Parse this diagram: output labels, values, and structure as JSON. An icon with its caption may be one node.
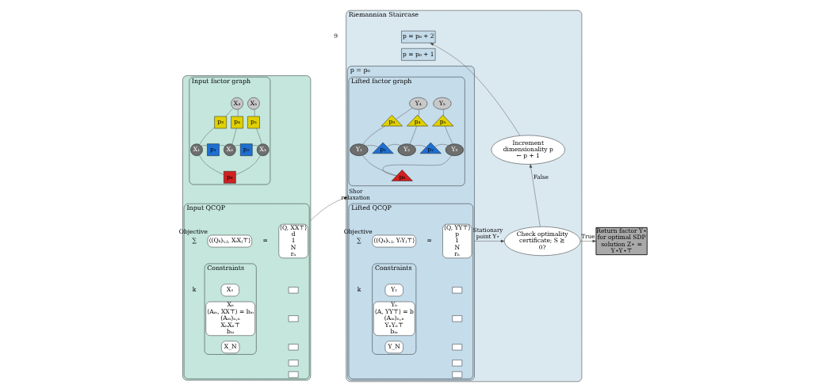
{
  "diagram": {
    "nodes": [
      {
        "text": [],
        "shape": "box"
      },
      {
        "text": [
          "Input factor graph"
        ],
        "in": 0
      },
      {
        "text": [
          "X₁"
        ],
        "in": 1
      },
      {
        "text": [
          "X₂"
        ],
        "in": 1
      },
      {
        "text": [
          "X₃"
        ],
        "in": 1
      },
      {
        "text": [
          "X₄"
        ],
        "in": 1
      },
      {
        "text": [
          "X₅"
        ],
        "in": 1
      },
      {
        "text": [
          "p₁"
        ],
        "in": 1
      },
      {
        "text": [
          "p₂"
        ],
        "in": 1
      },
      {
        "text": [
          "p₃"
        ],
        "in": 1
      },
      {
        "text": [
          "p₄"
        ],
        "in": 1
      },
      {
        "text": [
          "p₅"
        ],
        "in": 1
      },
      {
        "text": [
          "p₆"
        ],
        "in": 1
      },
      {
        "text": [
          "Input QCQP"
        ],
        "in": 0
      },
      {
        "text": [
          "⟨(Qₖ)ᵢ,ⱼ, XᵢXⱼ⊤⟩"
        ],
        "beside": [
          "Objective"
        ],
        "in": 13
      },
      {
        "text": [
          "⟨Q, XX⊤⟩",
          "d",
          "1",
          "N",
          "rₙ"
        ],
        "in": 13
      },
      {
        "text": [],
        "shape": "box",
        "in": 13
      },
      {
        "text": [],
        "shape": "box",
        "in": 13
      },
      {
        "text": [],
        "shape": "box",
        "in": 13
      },
      {
        "text": [],
        "shape": "box",
        "in": 13
      },
      {
        "text": [],
        "shape": "box",
        "in": 13
      },
      {
        "text": [
          "Constraints"
        ],
        "in": 13
      },
      {
        "text": [
          "X₁"
        ],
        "in": 21
      },
      {
        "text": [
          "Xₙ",
          "⟨Aₘ, XX⊤⟩ = bₘ",
          "(Aₘ)ₙ,ₙ",
          "XₙXₙ⊤",
          "bₘ"
        ],
        "in": 21
      },
      {
        "text": [
          "X_N"
        ],
        "in": 21
      },
      {
        "text": [
          "Riemannian Staircase"
        ]
      },
      {
        "text": [
          "p = p₀ + 2"
        ],
        "in": 25
      },
      {
        "text": [
          "p = p₀ + 1"
        ],
        "in": 25
      },
      {
        "text": [
          "p = p₀"
        ],
        "in": 25
      },
      {
        "text": [
          "Lifted factor graph"
        ],
        "in": 28
      },
      {
        "text": [
          "Y₁"
        ],
        "in": 29
      },
      {
        "text": [
          "Y₂"
        ],
        "in": 29
      },
      {
        "text": [
          "Y₃"
        ],
        "in": 29
      },
      {
        "text": [
          "Y₄"
        ],
        "in": 29
      },
      {
        "text": [
          "Y₅"
        ],
        "in": 29
      },
      {
        "text": [
          "p₁"
        ],
        "in": 29
      },
      {
        "text": [
          "p₂"
        ],
        "in": 29
      },
      {
        "text": [
          "p₃"
        ],
        "in": 29
      },
      {
        "text": [
          "p₄"
        ],
        "in": 29
      },
      {
        "text": [
          "p₅"
        ],
        "in": 29
      },
      {
        "text": [
          "p₆"
        ],
        "in": 29
      },
      {
        "text": [
          "Lifted QCQP"
        ],
        "in": 28
      },
      {
        "text": [
          "⟨(Qₖ)ᵢ,ⱼ, YᵢYⱼ⊤⟩"
        ],
        "beside": [
          "Objective"
        ],
        "in": 41
      },
      {
        "text": [
          "⟨Q, YY⊤⟩",
          "p",
          "1",
          "N",
          "rₙ"
        ],
        "in": 41
      },
      {
        "text": [],
        "shape": "box",
        "in": 41
      },
      {
        "text": [],
        "shape": "box",
        "in": 41
      },
      {
        "text": [],
        "shape": "box",
        "in": 41
      },
      {
        "text": [],
        "shape": "box",
        "in": 41
      },
      {
        "text": [],
        "shape": "box",
        "in": 41
      },
      {
        "text": [
          "Constraints"
        ],
        "in": 41
      },
      {
        "text": [
          "Y₁"
        ],
        "in": 49
      },
      {
        "text": [
          "Yₙ",
          "⟨A, YY⊤⟩ = b",
          "(Aₘ)ₙ,ₙ",
          "YₙYₙ⊤",
          "bₘ"
        ],
        "in": 49
      },
      {
        "text": [
          "Y_N"
        ],
        "in": 49
      },
      {
        "text": [
          "Increment dimensionality p ← p + 1"
        ],
        "in": 25
      },
      {
        "text": [
          "Check optimality certificate; S ⪰ 0?"
        ],
        "in": 25
      },
      {
        "text": [
          "Return factor Y⋆ for optimal SDP solution Z⋆ = Y⋆Y⋆⊤"
        ]
      }
    ],
    "edges": [
      {
        "from": 2,
        "to": 9,
        "arrow": "none"
      },
      {
        "from": 9,
        "to": 5,
        "arrow": "none"
      },
      {
        "from": 5,
        "to": 10,
        "arrow": "none"
      },
      {
        "from": 10,
        "to": 3,
        "arrow": "none"
      },
      {
        "from": 6,
        "to": 11,
        "arrow": "none"
      },
      {
        "from": 11,
        "to": 4,
        "arrow": "none"
      },
      {
        "from": 2,
        "to": 7,
        "arrow": "none"
      },
      {
        "from": 7,
        "to": 3,
        "arrow": "none"
      },
      {
        "from": 3,
        "to": 8,
        "arrow": "none"
      },
      {
        "from": 8,
        "to": 4,
        "arrow": "none"
      },
      {
        "from": 2,
        "to": 12,
        "arrow": "none"
      },
      {
        "from": 12,
        "to": 4,
        "arrow": "none"
      },
      {
        "from": 30,
        "to": 37,
        "arrow": "none"
      },
      {
        "from": 37,
        "to": 33,
        "arrow": "none"
      },
      {
        "from": 33,
        "to": 38,
        "arrow": "none"
      },
      {
        "from": 38,
        "to": 31,
        "arrow": "none"
      },
      {
        "from": 34,
        "to": 39,
        "arrow": "none"
      },
      {
        "from": 39,
        "to": 32,
        "arrow": "none"
      },
      {
        "from": 30,
        "to": 35,
        "arrow": "none"
      },
      {
        "from": 35,
        "to": 31,
        "arrow": "none"
      },
      {
        "from": 31,
        "to": 36,
        "arrow": "none"
      },
      {
        "from": 36,
        "to": 32,
        "arrow": "none"
      },
      {
        "from": 30,
        "to": 40,
        "arrow": "none"
      },
      {
        "from": 40,
        "to": 32,
        "arrow": "none"
      },
      {
        "from": 0,
        "to": 28,
        "label": "Shor relaxation",
        "arrow": "to"
      },
      {
        "from": 28,
        "to": 54,
        "label": "Stationary point Y⋆",
        "arrow": "to"
      },
      {
        "from": 54,
        "to": 53,
        "label": "False",
        "arrow": "to"
      },
      {
        "from": 53,
        "to": 26,
        "arrow": "to"
      },
      {
        "from": 54,
        "to": 55,
        "label": "True",
        "arrow": "to"
      }
    ],
    "labels": [
      "9",
      "∑",
      "k",
      "=",
      "∑",
      "k",
      "="
    ]
  }
}
